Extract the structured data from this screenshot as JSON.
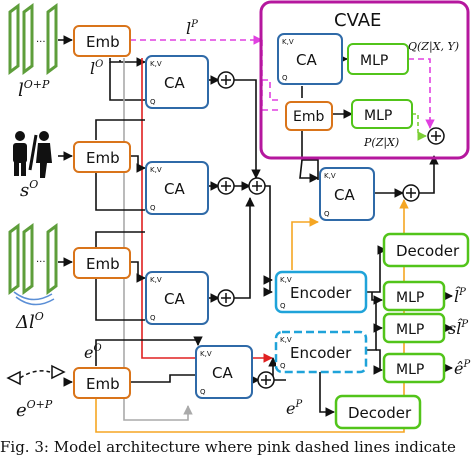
{
  "cvae": {
    "title": "CVAE",
    "mlp_q": "MLP",
    "mlp_p": "MLP",
    "emb": "Emb",
    "ca": "CA",
    "q_label": "Q(Z|X, Y)",
    "p_label": "P(Z|X)"
  },
  "emb_label": "Emb",
  "ca_label": "CA",
  "kv_label": "K,V",
  "q_port": "Q",
  "encoder_label": "Encoder",
  "decoder_label": "Decoder",
  "mlp_label": "MLP",
  "inputs": {
    "l_op": "l",
    "l_op_sup": "O+P",
    "s_o": "s",
    "s_o_sup": "O",
    "delta_l": "Δl",
    "delta_l_sup": "O",
    "e_op": "e",
    "e_op_sup": "O+P"
  },
  "edge_labels": {
    "lP": "l",
    "lP_sup": "P",
    "lO": "l",
    "lO_sup": "O",
    "eO": "e",
    "eO_sup": "O",
    "eP": "e",
    "eP_sup": "P"
  },
  "outputs": {
    "l_hat": "l̂",
    "l_hat_sup": "P",
    "s_hat": "sl̂",
    "s_hat_sup": "P",
    "e_hat": "ê",
    "e_hat_sup": "P"
  },
  "caption": "Fig. 3: Model architecture where pink dashed lines indicate",
  "colors": {
    "emb_border": "#d9741a",
    "ca_border": "#2f6aa8",
    "cvae_border": "#b5179e",
    "mlp_border": "#52c41a",
    "encoder_border": "#1fa3d9",
    "decoder_border": "#52c41a",
    "pink_dash": "#e040e0",
    "green_dash": "#7ccf35",
    "orange": "#f5a623",
    "red": "#e02020",
    "gray": "#aaaaaa",
    "icon_green": "#5e9e3b"
  }
}
